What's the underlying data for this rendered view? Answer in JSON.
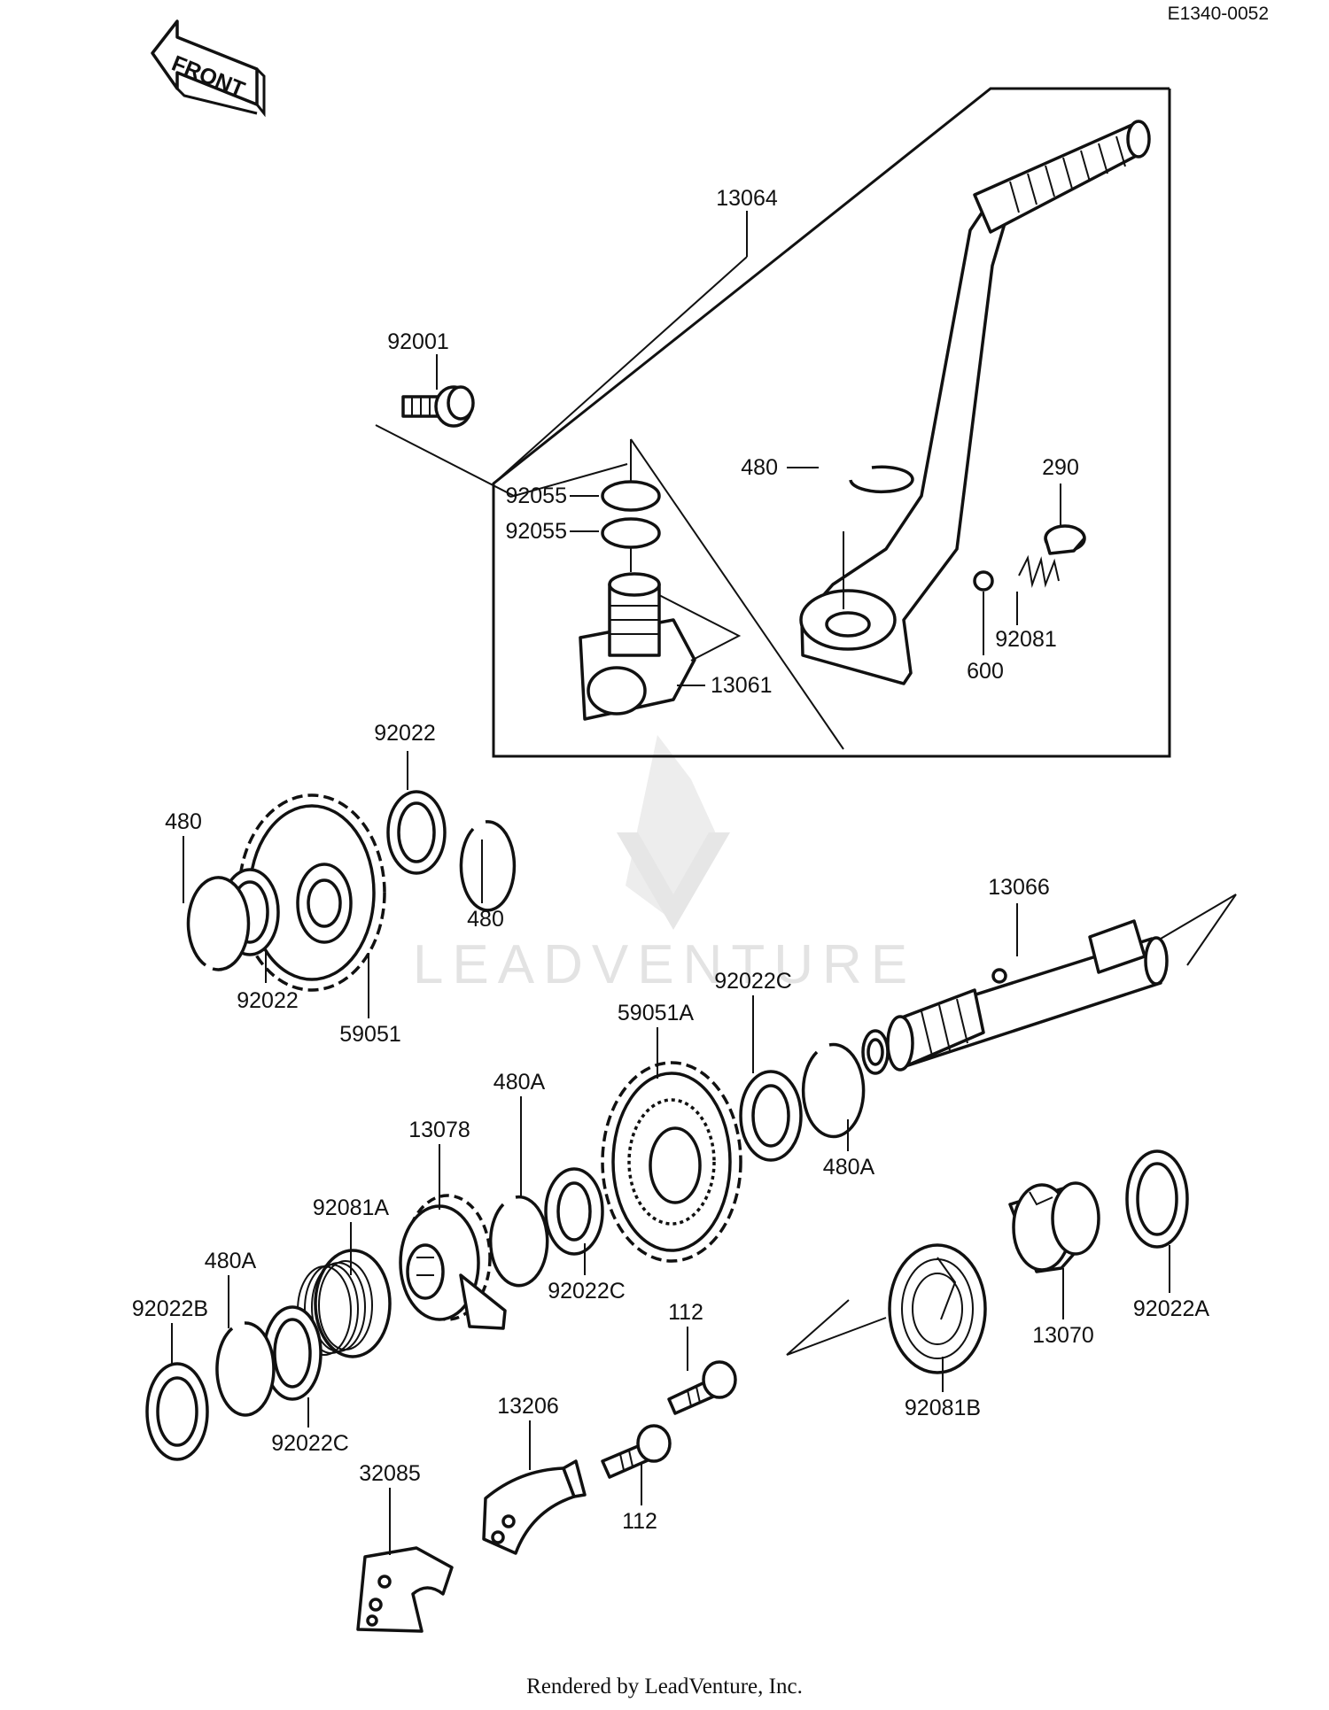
{
  "diagram_code": "E1340-0052",
  "front_label": "FRONT",
  "watermark": "LEADVENTURE",
  "footer": "Rendered by LeadVenture, Inc.",
  "labels": {
    "p13064": "13064",
    "p92001": "92001",
    "p480_top": "480",
    "p290": "290",
    "p92055_a": "92055",
    "p92055_b": "92055",
    "p92081": "92081",
    "p600": "600",
    "p13061": "13061",
    "p92022_top": "92022",
    "p480_left": "480",
    "p480_right": "480",
    "p92022_left": "92022",
    "p59051": "59051",
    "p13066": "13066",
    "p92022C_top": "92022C",
    "p59051A": "59051A",
    "p480A_top": "480A",
    "p480A_right": "480A",
    "p13078": "13078",
    "p92081A": "92081A",
    "p480A_left": "480A",
    "p92022B": "92022B",
    "p92022C_mid": "92022C",
    "p92022C_low": "92022C",
    "p112_top": "112",
    "p112_low": "112",
    "p13206": "13206",
    "p32085": "32085",
    "p92081B": "92081B",
    "p13070": "13070",
    "p92022A": "92022A"
  }
}
